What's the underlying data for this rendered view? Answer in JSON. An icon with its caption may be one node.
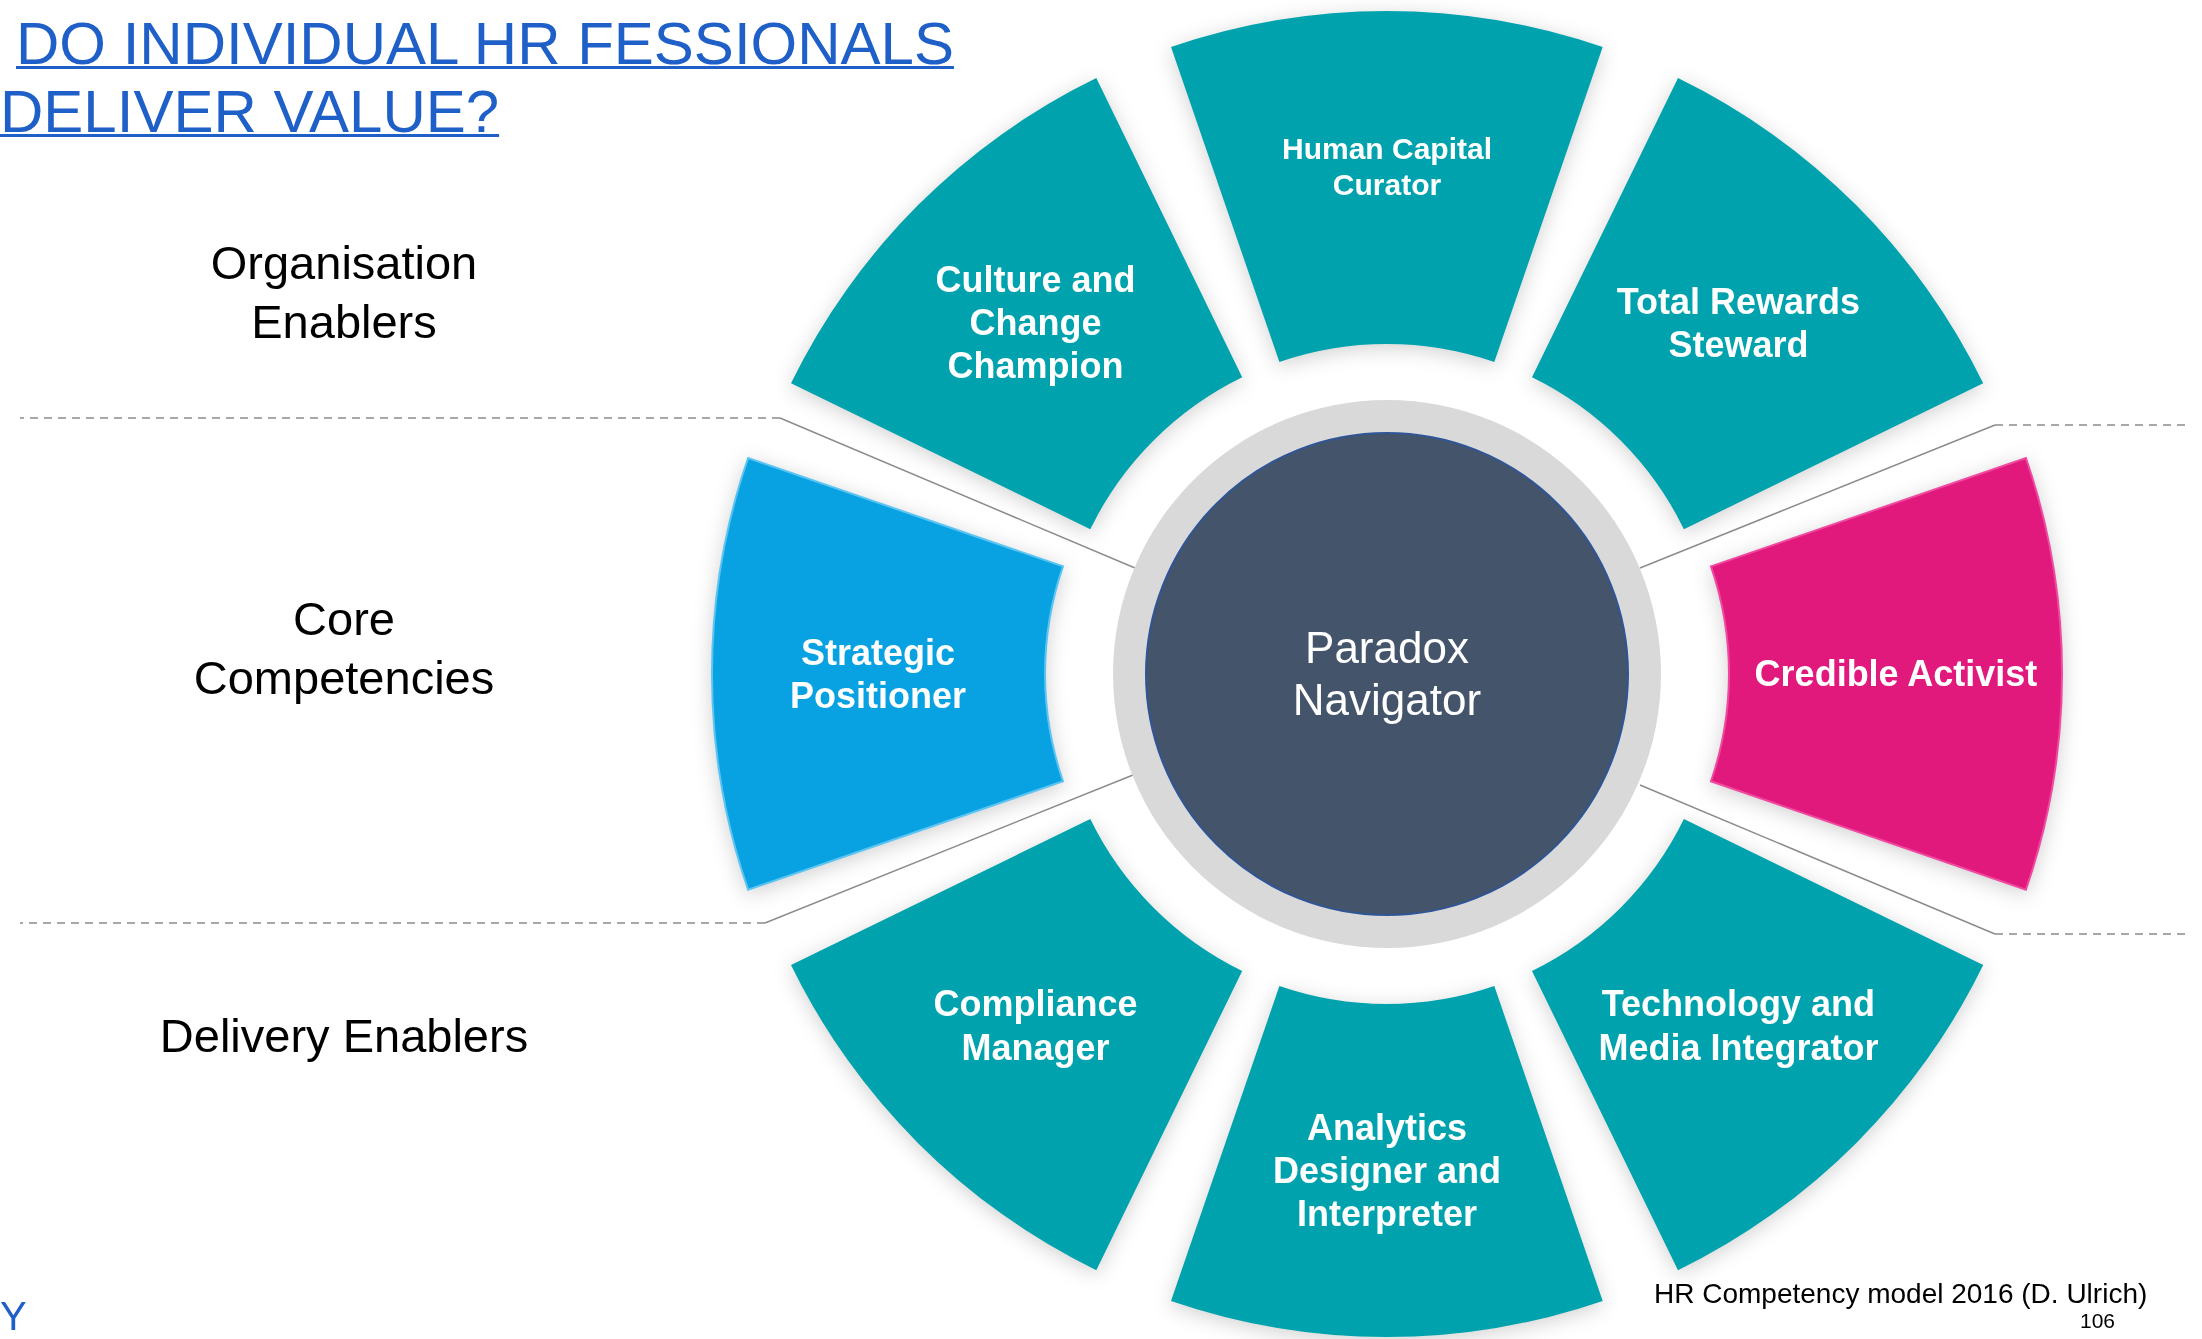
{
  "diagram": {
    "title": "DO INDIVIDUAL HR FESSIONALS DELIVER VALUE?",
    "nodes": [
      {
        "text": [
          "Human Capital Curator"
        ]
      },
      {
        "text": [
          "Culture and Change Champion"
        ]
      },
      {
        "text": [
          "Total Rewards Steward"
        ]
      },
      {
        "text": [
          "Strategic Positioner"
        ]
      },
      {
        "text": [
          "Paradox Navigator"
        ]
      },
      {
        "text": [
          "Credible Activist"
        ]
      },
      {
        "text": [
          "Compliance Manager"
        ]
      },
      {
        "text": [
          "Technology and Media Integrator"
        ]
      },
      {
        "text": [
          "Analytics Designer and Interpreter"
        ]
      }
    ],
    "labels": [
      "Organisation Enablers",
      "Core Competencies",
      "Delivery Enablers",
      "HR Competency model 2016 (D. Ulrich)",
      "106",
      "Y"
    ]
  }
}
